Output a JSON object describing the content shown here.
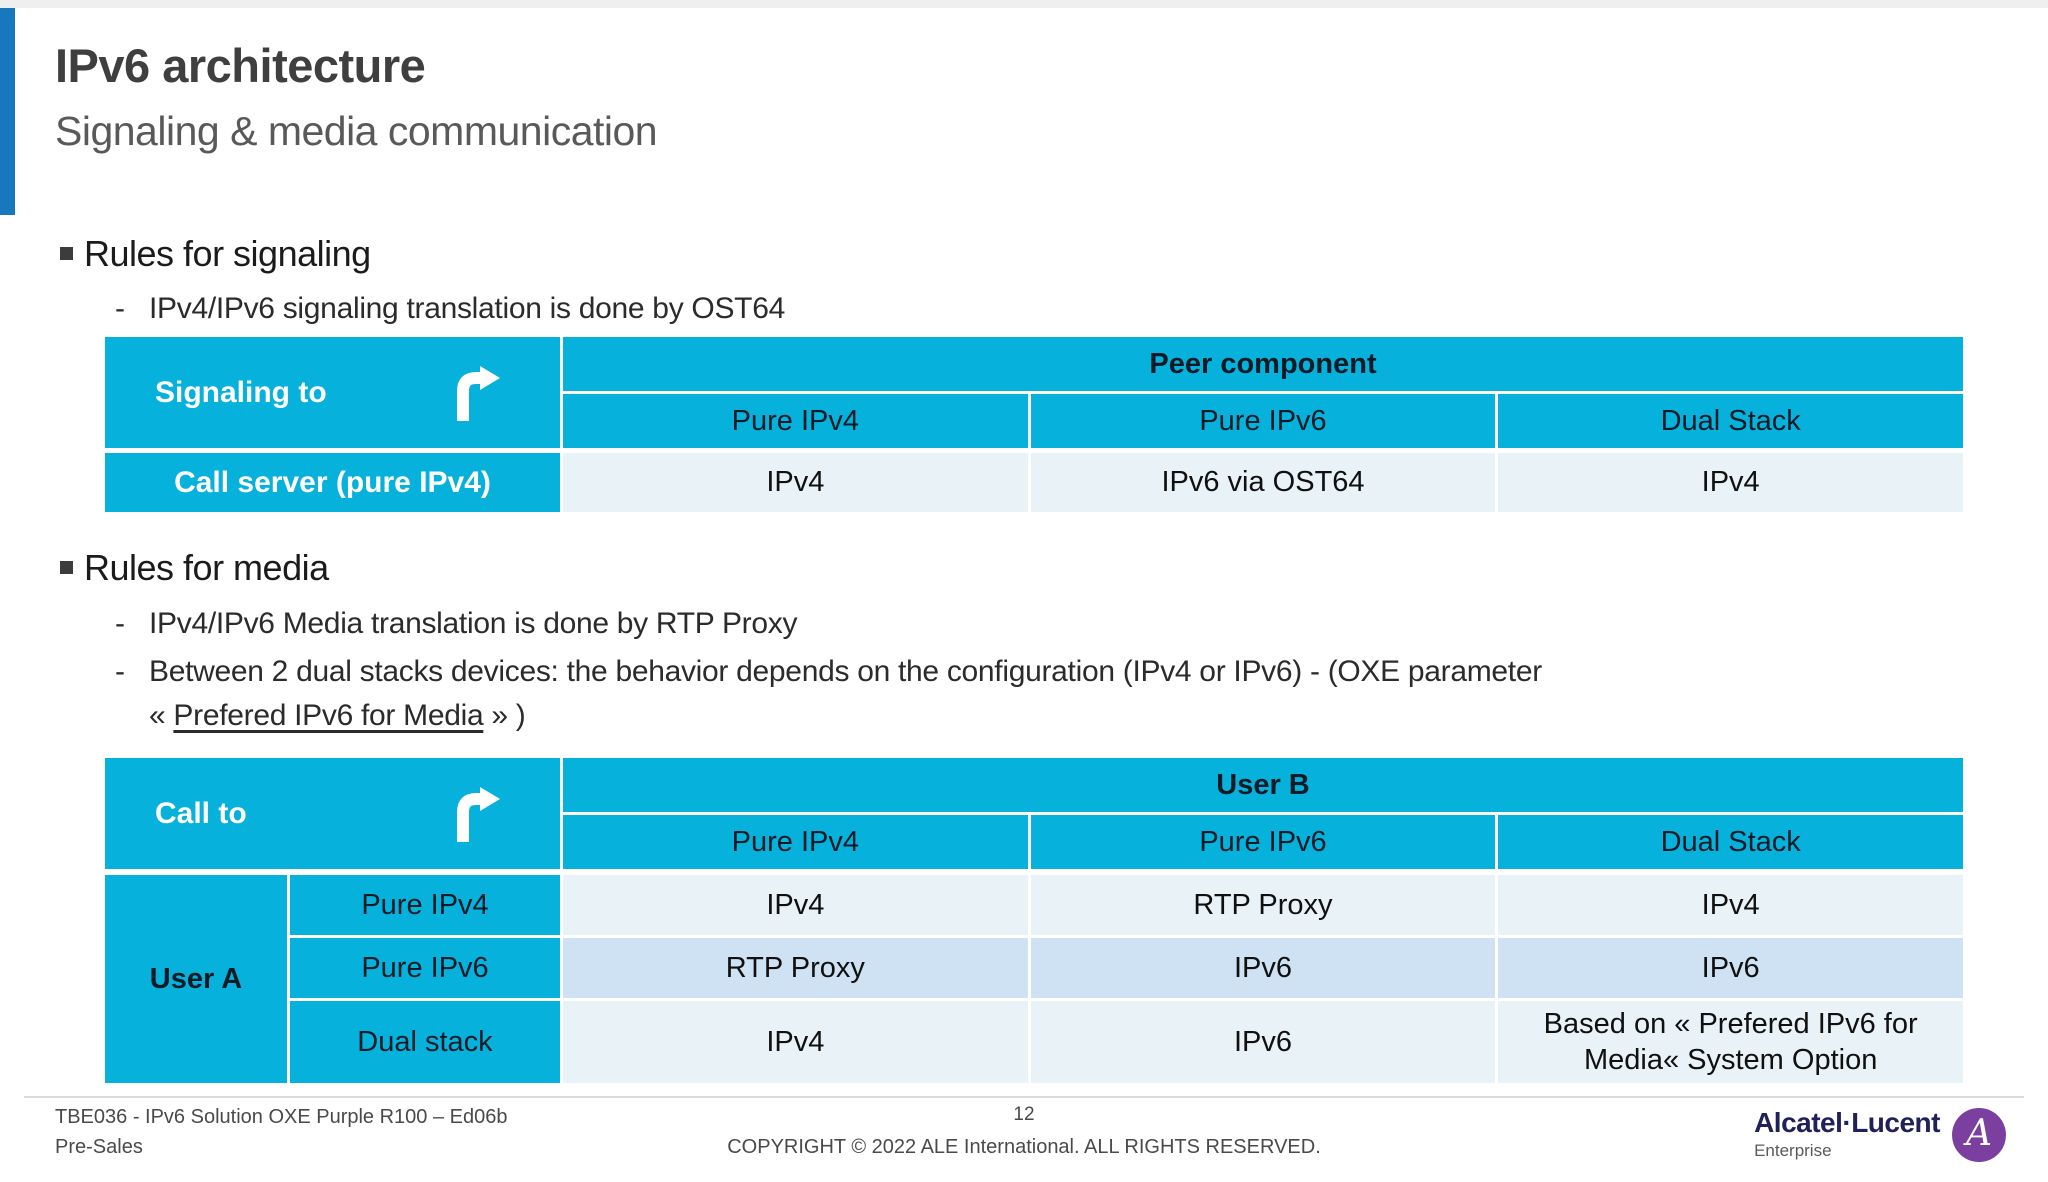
{
  "slide": {
    "title": "IPv6 architecture",
    "subtitle": "Signaling & media communication"
  },
  "signaling_section": {
    "heading": "Rules for signaling",
    "dash": "-",
    "bullet": "IPv4/IPv6 signaling translation is done by OST64",
    "table": {
      "corner_label": "Signaling to",
      "group_header": "Peer component",
      "columns": [
        "Pure IPv4",
        "Pure IPv6",
        "Dual Stack"
      ],
      "rows": [
        {
          "label": "Call server (pure IPv4)",
          "cells": [
            "IPv4",
            "IPv6 via OST64",
            "IPv4"
          ]
        }
      ]
    }
  },
  "media_section": {
    "heading": "Rules for media",
    "dash": "-",
    "bullet1": "IPv4/IPv6 Media translation is done by RTP Proxy",
    "bullet2_line1": "Between 2 dual stacks devices: the behavior depends on the configuration (IPv4 or IPv6) - (OXE parameter",
    "bullet2_prefix": "« ",
    "bullet2_underlined": "Prefered IPv6 for Media",
    "bullet2_suffix": " » )",
    "table": {
      "corner_label": "Call to",
      "group_header": "User B",
      "columns": [
        "Pure IPv4",
        "Pure IPv6",
        "Dual Stack"
      ],
      "row_group_label": "User A",
      "rows": [
        {
          "label": "Pure IPv4",
          "cells": [
            "IPv4",
            "RTP Proxy",
            "IPv4"
          ]
        },
        {
          "label": "Pure IPv6",
          "cells": [
            "RTP Proxy",
            "IPv6",
            "IPv6"
          ]
        },
        {
          "label": "Dual stack",
          "cells": [
            "IPv4",
            "IPv6",
            "Based on « Prefered IPv6 for Media« System Option"
          ]
        }
      ]
    }
  },
  "footer": {
    "doc_ref": "TBE036 - IPv6 Solution OXE Purple R100 – Ed06b",
    "department": "Pre-Sales",
    "page_number": "12",
    "copyright": "COPYRIGHT © 2022 ALE International. ALL RIGHTS RESERVED.",
    "logo": {
      "brand": "Alcatel·Lucent",
      "sub": "Enterprise"
    }
  },
  "colors": {
    "accent_cyan": "#06b1dc",
    "accent_blue_bar": "#1878be",
    "row_light": "#e8f2f7",
    "row_mid": "#cfe2f3",
    "logo_purple": "#7b3fa0"
  }
}
